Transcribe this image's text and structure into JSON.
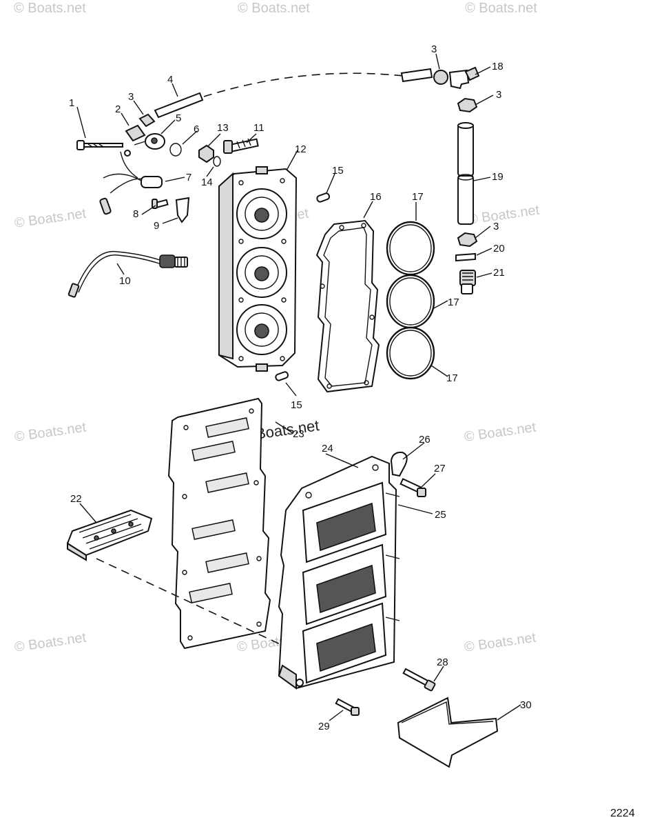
{
  "watermarks": [
    "© Boats.net",
    "© Boats.net",
    "© Boats.net",
    "© Boats.net",
    "© Boats.net",
    "© Boats.net",
    "© Boats.net",
    "© Boats.net",
    "© Boats.net",
    "© Boats.net",
    "© Boats.net"
  ],
  "center_watermark": "© Boats.net",
  "figure_number": "2224",
  "callouts": [
    "1",
    "2",
    "3",
    "3",
    "3",
    "3",
    "4",
    "5",
    "6",
    "7",
    "8",
    "9",
    "10",
    "11",
    "12",
    "13",
    "14",
    "15",
    "15",
    "16",
    "17",
    "17",
    "17",
    "18",
    "19",
    "20",
    "21",
    "22",
    "23",
    "24",
    "25",
    "26",
    "27",
    "28",
    "29",
    "30"
  ]
}
